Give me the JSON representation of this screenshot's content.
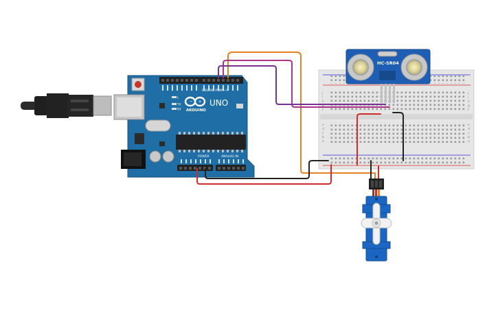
{
  "arduino": {
    "brand": "ARDUINO",
    "model": "UNO",
    "digital_header_label": "DIGITAL (PWM~)",
    "power_label": "POWER",
    "analog_label": "ANALOG IN",
    "tx_label": "TX",
    "rx_label": "RX",
    "l_label": "L",
    "board_color": "#1f6fa6"
  },
  "sensor": {
    "model": "HC-SR04",
    "board_color": "#1e5fb5"
  },
  "servo": {
    "body_color": "#1a66c2"
  },
  "breadboard": {
    "rows_top": [
      "j",
      "i",
      "h",
      "g",
      "f"
    ],
    "rows_bottom": [
      "e",
      "d",
      "c",
      "b",
      "a"
    ]
  },
  "wires": {
    "colors": {
      "orange": "#e8821e",
      "magenta": "#b0338a",
      "purple": "#7b2e94",
      "red": "#d42a2a",
      "black": "#222222"
    }
  }
}
